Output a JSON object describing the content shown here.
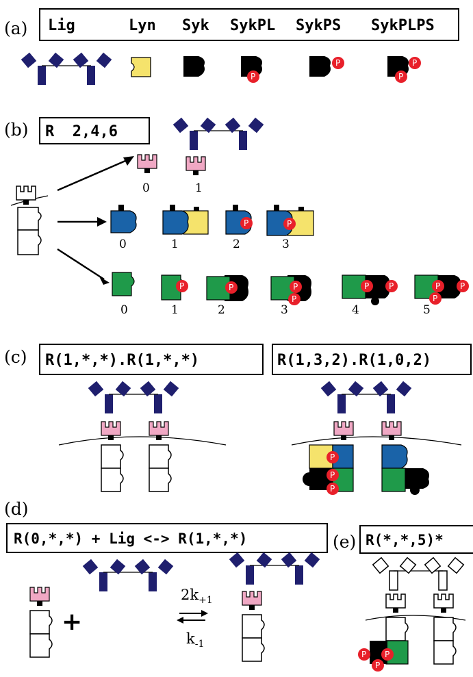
{
  "panels": {
    "a": {
      "label": "(a)",
      "headers": [
        "Lig",
        "Lyn",
        "Syk",
        "SykPL",
        "SykPS",
        "SykPLPS"
      ]
    },
    "b": {
      "label": "(b)",
      "rule": "R  2,4,6",
      "row1_states": [
        "0",
        "1"
      ],
      "row2_states": [
        "0",
        "1",
        "2",
        "3"
      ],
      "row3_states": [
        "0",
        "1",
        "2",
        "3",
        "4",
        "5"
      ]
    },
    "c": {
      "label": "(c)",
      "pattern_left": "R(1,*,*).R(1,*,*)",
      "pattern_right": "R(1,3,2).R(1,0,2)"
    },
    "d": {
      "label": "(d)",
      "reaction": "R(0,*,*) + Lig <-> R(1,*,*)",
      "plus": "+",
      "forward_rate": "2k",
      "forward_sub": "+1",
      "reverse_rate": "k",
      "reverse_sub": "-1"
    },
    "e": {
      "label": "(e)",
      "pattern": "R(*,*,5)*"
    }
  },
  "phospho_label": "P",
  "colors": {
    "ligand": "#1f1f6e",
    "lyn": "#f5e36c",
    "syk": "#000000",
    "alpha": "#f0a8c4",
    "beta": "#1a63a8",
    "gamma": "#1f9a4a",
    "phospho": "#e8202a",
    "outline": "#000000",
    "background": "#ffffff"
  }
}
